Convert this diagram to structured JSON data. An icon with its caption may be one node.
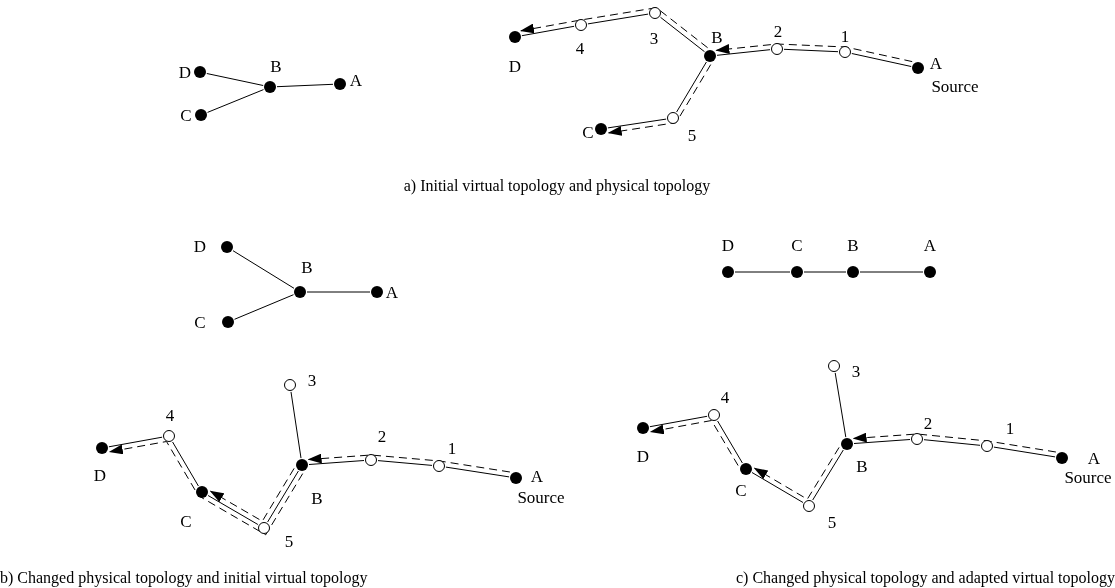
{
  "diagram": {
    "nodes": [
      {
        "text": [],
        "shape": "dot",
        "beside": [
          "D"
        ]
      },
      {
        "text": [],
        "shape": "dot",
        "beside": [
          "B"
        ]
      },
      {
        "text": [],
        "shape": "dot",
        "beside": [
          "C"
        ]
      },
      {
        "text": [],
        "shape": "dot",
        "beside": [
          "A"
        ]
      },
      {
        "text": [],
        "shape": "dot",
        "beside": [
          "D"
        ]
      },
      {
        "text": [],
        "shape": "circle",
        "beside": [
          "4"
        ]
      },
      {
        "text": [],
        "shape": "circle",
        "beside": [
          "3"
        ]
      },
      {
        "text": [],
        "shape": "dot",
        "beside": [
          "B"
        ]
      },
      {
        "text": [],
        "shape": "circle",
        "beside": [
          "2"
        ]
      },
      {
        "text": [],
        "shape": "circle",
        "beside": [
          "1"
        ]
      },
      {
        "text": [],
        "shape": "dot",
        "beside": [
          "A",
          "Source"
        ]
      },
      {
        "text": [],
        "shape": "dot",
        "beside": [
          "C"
        ]
      },
      {
        "text": [],
        "shape": "circle",
        "beside": [
          "5"
        ]
      },
      {
        "text": [],
        "shape": "dot",
        "beside": [
          "D"
        ]
      },
      {
        "text": [],
        "shape": "dot",
        "beside": [
          "B"
        ]
      },
      {
        "text": [],
        "shape": "dot",
        "beside": [
          "C"
        ]
      },
      {
        "text": [],
        "shape": "dot",
        "beside": [
          "A"
        ]
      },
      {
        "text": [],
        "shape": "dot",
        "beside": [
          "D"
        ]
      },
      {
        "text": [],
        "shape": "dot",
        "beside": [
          "C"
        ]
      },
      {
        "text": [],
        "shape": "dot",
        "beside": [
          "B"
        ]
      },
      {
        "text": [],
        "shape": "dot",
        "beside": [
          "A"
        ]
      },
      {
        "text": [],
        "shape": "circle",
        "beside": [
          "3"
        ]
      },
      {
        "text": [],
        "shape": "circle",
        "beside": [
          "4"
        ]
      },
      {
        "text": [],
        "shape": "dot",
        "beside": [
          "D"
        ]
      },
      {
        "text": [],
        "shape": "dot",
        "beside": [
          "B"
        ]
      },
      {
        "text": [],
        "shape": "circle",
        "beside": [
          "2"
        ]
      },
      {
        "text": [],
        "shape": "circle",
        "beside": [
          "1"
        ]
      },
      {
        "text": [],
        "shape": "dot",
        "beside": [
          "A",
          "Source"
        ]
      },
      {
        "text": [],
        "shape": "dot",
        "beside": [
          "C"
        ]
      },
      {
        "text": [],
        "shape": "circle",
        "beside": [
          "5"
        ]
      },
      {
        "text": [],
        "shape": "circle",
        "beside": [
          "3"
        ]
      },
      {
        "text": [],
        "shape": "circle",
        "beside": [
          "4"
        ]
      },
      {
        "text": [],
        "shape": "dot",
        "beside": [
          "D"
        ]
      },
      {
        "text": [],
        "shape": "dot",
        "beside": [
          "B"
        ]
      },
      {
        "text": [],
        "shape": "circle",
        "beside": [
          "2"
        ]
      },
      {
        "text": [],
        "shape": "circle",
        "beside": [
          "1"
        ]
      },
      {
        "text": [],
        "shape": "dot",
        "beside": [
          "A",
          "Source"
        ]
      },
      {
        "text": [],
        "shape": "dot",
        "beside": [
          "C"
        ]
      },
      {
        "text": [],
        "shape": "circle",
        "beside": [
          "5"
        ]
      }
    ],
    "edges": [
      {
        "from": 0,
        "to": 1,
        "arrow": "none"
      },
      {
        "from": 2,
        "to": 1,
        "arrow": "none"
      },
      {
        "from": 1,
        "to": 3,
        "arrow": "none"
      },
      {
        "from": 4,
        "to": 5,
        "arrow": "none"
      },
      {
        "from": 5,
        "to": 6,
        "arrow": "none"
      },
      {
        "from": 6,
        "to": 7,
        "arrow": "none"
      },
      {
        "from": 7,
        "to": 8,
        "arrow": "none"
      },
      {
        "from": 8,
        "to": 9,
        "arrow": "none"
      },
      {
        "from": 9,
        "to": 10,
        "arrow": "none"
      },
      {
        "from": 7,
        "to": 12,
        "arrow": "none"
      },
      {
        "from": 12,
        "to": 11,
        "arrow": "none"
      },
      {
        "from": 10,
        "to": 7,
        "arrow": "to",
        "style": "dashed"
      },
      {
        "from": 7,
        "to": 4,
        "arrow": "to",
        "style": "dashed"
      },
      {
        "from": 7,
        "to": 11,
        "arrow": "to",
        "style": "dashed"
      },
      {
        "from": 13,
        "to": 14,
        "arrow": "none"
      },
      {
        "from": 15,
        "to": 14,
        "arrow": "none"
      },
      {
        "from": 14,
        "to": 16,
        "arrow": "none"
      },
      {
        "from": 17,
        "to": 18,
        "arrow": "none"
      },
      {
        "from": 18,
        "to": 19,
        "arrow": "none"
      },
      {
        "from": 19,
        "to": 20,
        "arrow": "none"
      },
      {
        "from": 23,
        "to": 22,
        "arrow": "none"
      },
      {
        "from": 22,
        "to": 28,
        "arrow": "none"
      },
      {
        "from": 28,
        "to": 29,
        "arrow": "none"
      },
      {
        "from": 29,
        "to": 24,
        "arrow": "none"
      },
      {
        "from": 24,
        "to": 21,
        "arrow": "none"
      },
      {
        "from": 24,
        "to": 25,
        "arrow": "none"
      },
      {
        "from": 25,
        "to": 26,
        "arrow": "none"
      },
      {
        "from": 26,
        "to": 27,
        "arrow": "none"
      },
      {
        "from": 27,
        "to": 24,
        "arrow": "to",
        "style": "dashed"
      },
      {
        "from": 24,
        "to": 28,
        "arrow": "to",
        "style": "dashed"
      },
      {
        "from": 24,
        "to": 23,
        "arrow": "to",
        "style": "dashed"
      },
      {
        "from": 32,
        "to": 31,
        "arrow": "none"
      },
      {
        "from": 31,
        "to": 37,
        "arrow": "none"
      },
      {
        "from": 37,
        "to": 38,
        "arrow": "none"
      },
      {
        "from": 38,
        "to": 33,
        "arrow": "none"
      },
      {
        "from": 33,
        "to": 30,
        "arrow": "none"
      },
      {
        "from": 33,
        "to": 34,
        "arrow": "none"
      },
      {
        "from": 34,
        "to": 35,
        "arrow": "none"
      },
      {
        "from": 35,
        "to": 36,
        "arrow": "none"
      },
      {
        "from": 36,
        "to": 33,
        "arrow": "to",
        "style": "dashed"
      },
      {
        "from": 33,
        "to": 37,
        "arrow": "to",
        "style": "dashed"
      },
      {
        "from": 37,
        "to": 32,
        "arrow": "to",
        "style": "dashed"
      }
    ],
    "labels": [
      "a) Initial virtual topology and physical topology",
      "b) Changed physical topology and initial virtual topology",
      "c) Changed physical topology and adapted virtual topology"
    ]
  }
}
